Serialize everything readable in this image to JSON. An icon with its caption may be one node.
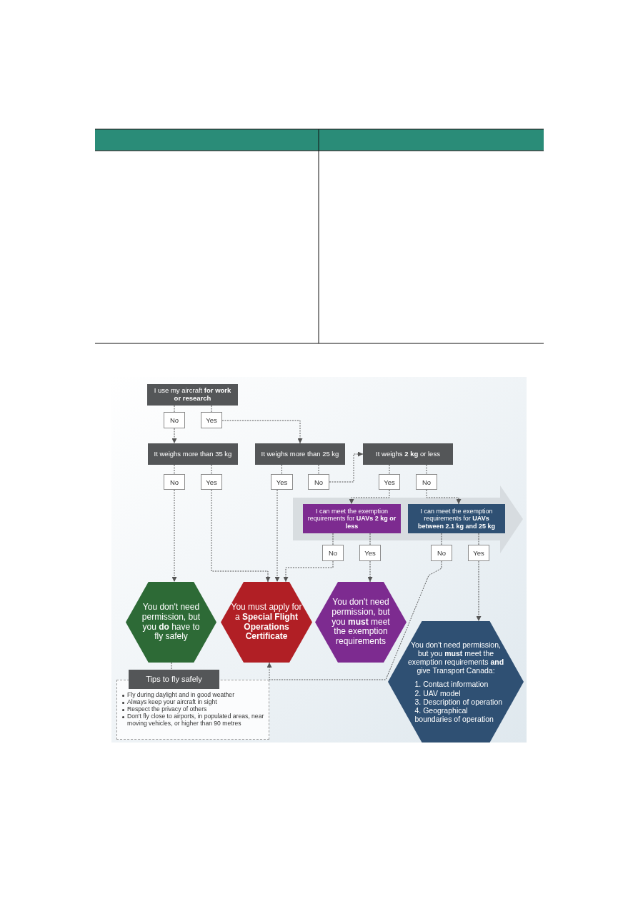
{
  "diagram": {
    "nodes": [
      {
        "text": [
          "I use my aircraft **for work or research**"
        ]
      },
      {
        "text": [
          "No"
        ]
      },
      {
        "text": [
          "Yes"
        ]
      },
      {
        "text": [
          "It weighs more than 35 kg"
        ]
      },
      {
        "text": [
          "No"
        ]
      },
      {
        "text": [
          "Yes"
        ]
      },
      {
        "text": [
          "It weighs more than 25 kg"
        ]
      },
      {
        "text": [
          "Yes"
        ]
      },
      {
        "text": [
          "No"
        ]
      },
      {
        "text": [
          "It weighs **2 kg** or less"
        ]
      },
      {
        "text": [
          "Yes"
        ]
      },
      {
        "text": [
          "No"
        ]
      },
      {
        "text": [],
        "shape": "arrow"
      },
      {
        "text": [
          "I can meet the exemption requirements for **UAVs 2 kg or less**"
        ],
        "in": 12
      },
      {
        "text": [
          "I can meet the exemption requirements for **UAVs between 2.1 kg and 25 kg**"
        ],
        "in": 12
      },
      {
        "text": [
          "No"
        ]
      },
      {
        "text": [
          "Yes"
        ]
      },
      {
        "text": [
          "No"
        ]
      },
      {
        "text": [
          "Yes"
        ]
      },
      {
        "text": [
          "You don't need permission, but you **do** have to fly safely"
        ]
      },
      {
        "text": [
          "You must apply for a **Special Flight Operations Certificate**"
        ]
      },
      {
        "text": [
          "You don't need permission, but you **must** meet the exemption requirements"
        ]
      },
      {
        "text": [
          "You don't need permission, but you **must** meet the exemption requirements **and** give Transport Canada:",
          "1. Contact information",
          "2. UAV model",
          "3. Description of operation",
          "4. Geographical boundaries of operation"
        ]
      },
      {
        "text": [
          "Tips to fly safely"
        ]
      },
      {
        "text": [
          "Fly during daylight and in good weather",
          "Always keep your aircraft in sight",
          "Respect the privacy of others",
          "Don't fly close to airports, in populated areas, near moving vehicles, or higher than 90 metres"
        ]
      }
    ],
    "edges": [
      {
        "from": 0,
        "to": 1,
        "arrow": "none"
      },
      {
        "from": 0,
        "to": 2,
        "arrow": "none"
      },
      {
        "from": 1,
        "to": 3,
        "arrow": "to"
      },
      {
        "from": 2,
        "to": 6,
        "arrow": "to"
      },
      {
        "from": 3,
        "to": 4,
        "arrow": "none"
      },
      {
        "from": 3,
        "to": 5,
        "arrow": "none"
      },
      {
        "from": 4,
        "to": 19,
        "arrow": "to"
      },
      {
        "from": 5,
        "to": 20,
        "arrow": "to"
      },
      {
        "from": 6,
        "to": 7,
        "arrow": "none"
      },
      {
        "from": 6,
        "to": 8,
        "arrow": "none"
      },
      {
        "from": 7,
        "to": 20,
        "arrow": "to"
      },
      {
        "from": 8,
        "to": 9,
        "arrow": "to"
      },
      {
        "from": 9,
        "to": 10,
        "arrow": "none"
      },
      {
        "from": 9,
        "to": 11,
        "arrow": "none"
      },
      {
        "from": 10,
        "to": 13,
        "arrow": "to"
      },
      {
        "from": 11,
        "to": 14,
        "arrow": "to"
      },
      {
        "from": 13,
        "to": 15,
        "arrow": "none"
      },
      {
        "from": 13,
        "to": 16,
        "arrow": "none"
      },
      {
        "from": 14,
        "to": 17,
        "arrow": "none"
      },
      {
        "from": 14,
        "to": 18,
        "arrow": "none"
      },
      {
        "from": 15,
        "to": 20,
        "arrow": "to"
      },
      {
        "from": 16,
        "to": 21,
        "arrow": "to"
      },
      {
        "from": 17,
        "to": 20,
        "arrow": "to"
      },
      {
        "from": 18,
        "to": 22,
        "arrow": "to"
      },
      {
        "from": 19,
        "to": 23,
        "arrow": "none"
      }
    ]
  }
}
